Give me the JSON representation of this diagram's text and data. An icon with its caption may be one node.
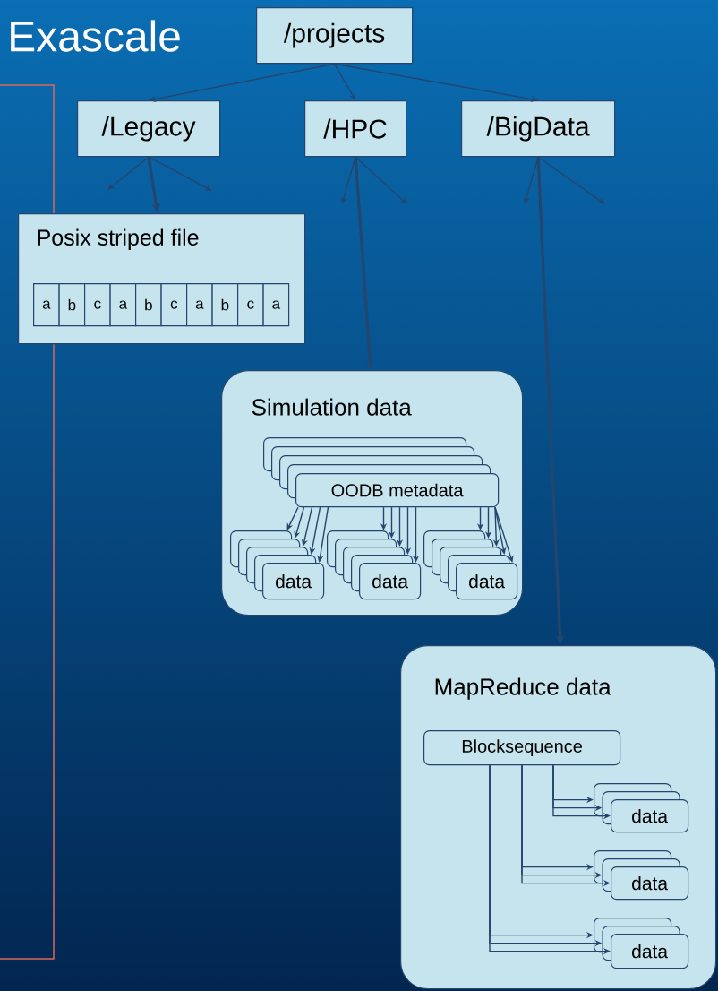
{
  "diagram": {
    "title": "Exascale",
    "nodes": [
      {
        "text": [
          "/projects"
        ]
      },
      {
        "text": [
          "/Legacy"
        ]
      },
      {
        "text": [
          "/HPC"
        ]
      },
      {
        "text": [
          "/BigData"
        ]
      },
      {
        "text": [
          "Posix striped file"
        ]
      },
      {
        "text": [
          "a"
        ],
        "in": 4
      },
      {
        "text": [
          "b"
        ],
        "in": 4
      },
      {
        "text": [
          "c"
        ],
        "in": 4
      },
      {
        "text": [
          "a"
        ],
        "in": 4
      },
      {
        "text": [
          "b"
        ],
        "in": 4
      },
      {
        "text": [
          "c"
        ],
        "in": 4
      },
      {
        "text": [
          "a"
        ],
        "in": 4
      },
      {
        "text": [
          "b"
        ],
        "in": 4
      },
      {
        "text": [
          "c"
        ],
        "in": 4
      },
      {
        "text": [
          "a"
        ],
        "in": 4
      },
      {
        "text": [
          "Simulation data"
        ]
      },
      {
        "text": [
          "OODB metadata"
        ],
        "in": 15
      },
      {
        "text": [
          "data"
        ],
        "in": 15
      },
      {
        "text": [
          "data"
        ],
        "in": 15
      },
      {
        "text": [
          "data"
        ],
        "in": 15
      },
      {
        "text": [
          "MapReduce data"
        ]
      },
      {
        "text": [
          "Blocksequence"
        ],
        "in": 20
      },
      {
        "text": [
          "data"
        ],
        "in": 20
      },
      {
        "text": [
          "data"
        ],
        "in": 20
      },
      {
        "text": [
          "data"
        ],
        "in": 20
      },
      {
        "text": [],
        "shape": "box",
        "in": 15
      },
      {
        "text": [],
        "shape": "box",
        "in": 15
      },
      {
        "text": [],
        "shape": "box",
        "in": 15
      },
      {
        "text": [],
        "shape": "box",
        "in": 15
      },
      {
        "text": [],
        "shape": "box",
        "in": 15
      },
      {
        "text": [],
        "shape": "box",
        "in": 15
      },
      {
        "text": [],
        "shape": "box",
        "in": 15
      },
      {
        "text": [],
        "shape": "box",
        "in": 15
      },
      {
        "text": [],
        "shape": "box",
        "in": 15
      },
      {
        "text": [],
        "shape": "box",
        "in": 15
      },
      {
        "text": [],
        "shape": "box",
        "in": 15
      },
      {
        "text": [],
        "shape": "box",
        "in": 15
      },
      {
        "text": [],
        "shape": "box",
        "in": 15
      },
      {
        "text": [],
        "shape": "box",
        "in": 15
      },
      {
        "text": [],
        "shape": "box",
        "in": 15
      },
      {
        "text": [],
        "shape": "box",
        "in": 15
      },
      {
        "text": [],
        "shape": "box",
        "in": 20
      },
      {
        "text": [],
        "shape": "box",
        "in": 20
      },
      {
        "text": [],
        "shape": "box",
        "in": 20
      },
      {
        "text": [],
        "shape": "box",
        "in": 20
      },
      {
        "text": [],
        "shape": "box",
        "in": 20
      },
      {
        "text": [],
        "shape": "box",
        "in": 20
      }
    ],
    "edges": [
      {
        "from": 0,
        "to": 1,
        "arrow": "to"
      },
      {
        "from": 0,
        "to": 2,
        "arrow": "to"
      },
      {
        "from": 0,
        "to": 3,
        "arrow": "to"
      },
      {
        "from": 1,
        "to": null,
        "arrow": "to"
      },
      {
        "from": 1,
        "to": null,
        "arrow": "to"
      },
      {
        "from": 1,
        "to": 4,
        "arrow": "to",
        "style": "thick"
      },
      {
        "from": 2,
        "to": null,
        "arrow": "to"
      },
      {
        "from": 2,
        "to": null,
        "arrow": "to"
      },
      {
        "from": 2,
        "to": 15,
        "arrow": "to",
        "style": "thick"
      },
      {
        "from": 3,
        "to": null,
        "arrow": "to"
      },
      {
        "from": 3,
        "to": null,
        "arrow": "to"
      },
      {
        "from": 3,
        "to": 20,
        "arrow": "to",
        "style": "thick"
      },
      {
        "from": 16,
        "to": 17,
        "arrow": "to"
      },
      {
        "from": 16,
        "to": 18,
        "arrow": "to"
      },
      {
        "from": 16,
        "to": 19,
        "arrow": "to"
      },
      {
        "from": 21,
        "to": 22,
        "arrow": "to"
      },
      {
        "from": 21,
        "to": 23,
        "arrow": "to"
      },
      {
        "from": 21,
        "to": 24,
        "arrow": "to"
      },
      {
        "from": 16,
        "to": 29,
        "arrow": "to"
      },
      {
        "from": 16,
        "to": 30,
        "arrow": "to"
      },
      {
        "from": 16,
        "to": 31,
        "arrow": "to"
      },
      {
        "from": 16,
        "to": 32,
        "arrow": "to"
      },
      {
        "from": 16,
        "to": 33,
        "arrow": "to"
      },
      {
        "from": 16,
        "to": 34,
        "arrow": "to"
      },
      {
        "from": 16,
        "to": 35,
        "arrow": "to"
      },
      {
        "from": 16,
        "to": 36,
        "arrow": "to"
      },
      {
        "from": 16,
        "to": 37,
        "arrow": "to"
      },
      {
        "from": 16,
        "to": 38,
        "arrow": "to"
      },
      {
        "from": 16,
        "to": 39,
        "arrow": "to"
      },
      {
        "from": 16,
        "to": 40,
        "arrow": "to"
      },
      {
        "from": 21,
        "to": 41,
        "arrow": "to"
      },
      {
        "from": 21,
        "to": 42,
        "arrow": "to"
      },
      {
        "from": 21,
        "to": 43,
        "arrow": "to"
      },
      {
        "from": 21,
        "to": 44,
        "arrow": "to"
      },
      {
        "from": 21,
        "to": 45,
        "arrow": "to"
      },
      {
        "from": 21,
        "to": 46,
        "arrow": "to"
      }
    ]
  }
}
